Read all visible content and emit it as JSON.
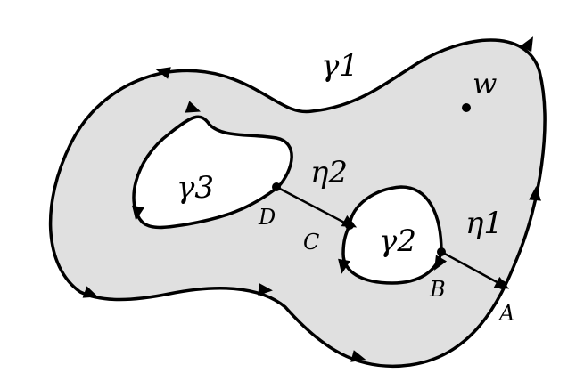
{
  "labels": {
    "gamma1": "γ1",
    "gamma2": "γ2",
    "gamma3": "γ3",
    "eta1": "η1",
    "eta2": "η2",
    "w": "w",
    "A": "A",
    "B": "B",
    "C": "C",
    "D": "D"
  },
  "colors": {
    "region_fill": "#e0e0e0",
    "stroke": "#000000"
  }
}
